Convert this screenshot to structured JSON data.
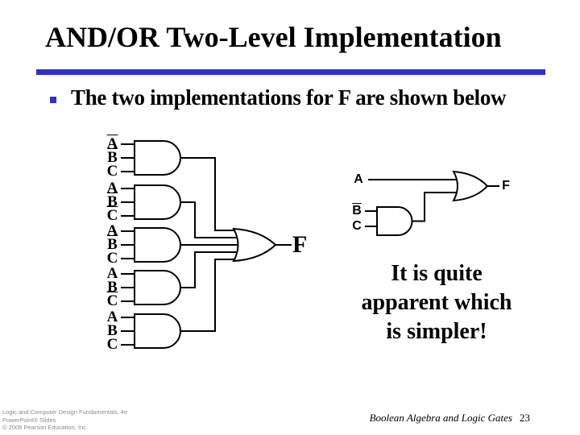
{
  "slide": {
    "title": "AND/OR Two-Level Implementation",
    "bullet_text": "The two implementations for F are shown below",
    "note_lines": [
      "It is quite",
      "apparent which",
      "is simpler!"
    ],
    "accent_color": "#3030cc",
    "footer_gray_color": "#8c8c8c"
  },
  "left_circuit": {
    "type": "two-level AND-OR (sum of minterms)",
    "output_label": "F",
    "and_gates": [
      {
        "inputs": [
          {
            "t": "A",
            "c": "bar"
          },
          {
            "t": "B",
            "c": "bar"
          },
          {
            "t": "C",
            "c": ""
          }
        ]
      },
      {
        "inputs": [
          {
            "t": "A",
            "c": ""
          },
          {
            "t": "B",
            "c": "bar"
          },
          {
            "t": "C",
            "c": "bar"
          }
        ]
      },
      {
        "inputs": [
          {
            "t": "A",
            "c": ""
          },
          {
            "t": "B",
            "c": "bar"
          },
          {
            "t": "C",
            "c": ""
          }
        ]
      },
      {
        "inputs": [
          {
            "t": "A",
            "c": ""
          },
          {
            "t": "B",
            "c": ""
          },
          {
            "t": "C",
            "c": "bar"
          }
        ]
      },
      {
        "inputs": [
          {
            "t": "A",
            "c": ""
          },
          {
            "t": "B",
            "c": ""
          },
          {
            "t": "C",
            "c": ""
          }
        ]
      }
    ]
  },
  "right_circuit": {
    "type": "simplified implementation F = A + B'C",
    "output_label": "F",
    "inputs": [
      {
        "t": "A",
        "c": ""
      },
      {
        "t": "B",
        "c": "bar"
      },
      {
        "t": "C",
        "c": ""
      }
    ]
  },
  "footer": {
    "left_lines": [
      "Logic and Computer Design Fundamentals, 4e",
      "PowerPoint® Slides",
      "© 2008 Pearson Education, Inc."
    ],
    "right_text": "Boolean Algebra and Logic Gates",
    "page_number": "23"
  }
}
